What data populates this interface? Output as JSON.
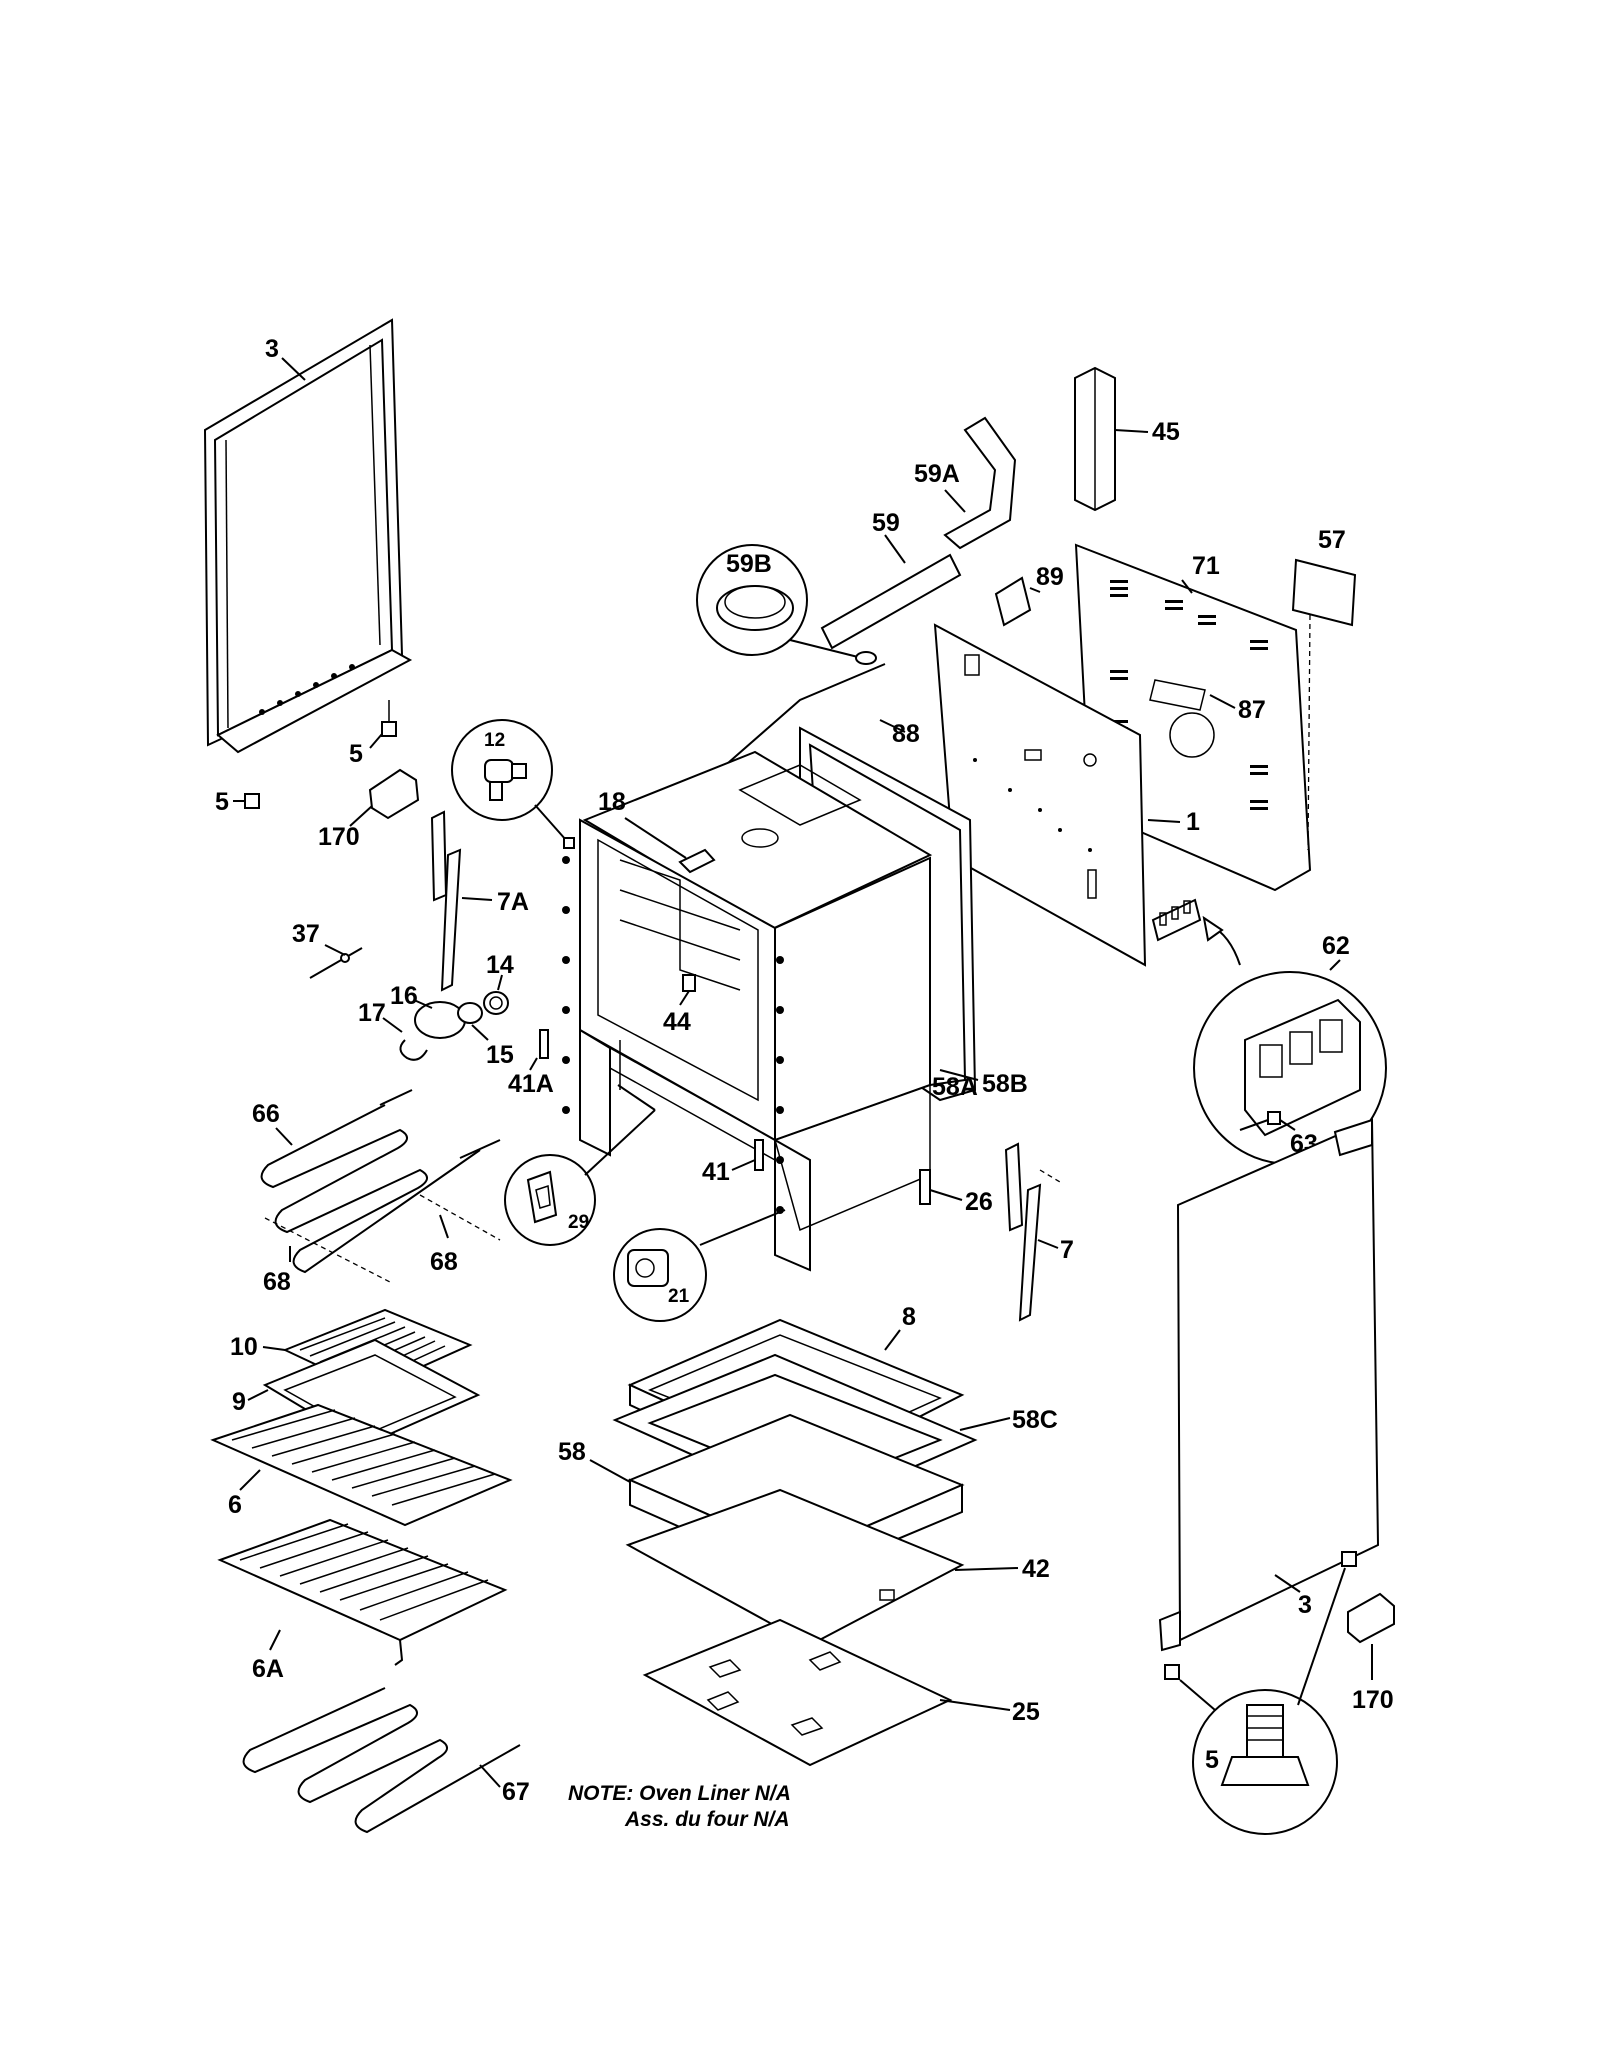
{
  "labels": {
    "p3_top": "3",
    "p45": "45",
    "p59a": "59A",
    "p59": "59",
    "p59b": "59B",
    "p89": "89",
    "p71": "71",
    "p57": "57",
    "p87": "87",
    "p88": "88",
    "p12": "12",
    "p5_a": "5",
    "p5_b": "5",
    "p170_left": "170",
    "p18": "18",
    "p7a": "7A",
    "p1": "1",
    "p62": "62",
    "p37": "37",
    "p14": "14",
    "p16": "16",
    "p17": "17",
    "p15": "15",
    "p44": "44",
    "p41a": "41A",
    "p58a": "58A",
    "p58b": "58B",
    "p63": "63",
    "p66": "66",
    "p41": "41",
    "p29": "29",
    "p26": "26",
    "p7": "7",
    "p68_a": "68",
    "p68_b": "68",
    "p21": "21",
    "p8": "8",
    "p10": "10",
    "p9": "9",
    "p58c": "58C",
    "p58": "58",
    "p6": "6",
    "p42": "42",
    "p3_right": "3",
    "p6a": "6A",
    "p25": "25",
    "p170_right": "170",
    "p5_circle": "5",
    "p67": "67"
  },
  "note": {
    "line1": "NOTE: Oven Liner N/A",
    "line2": "Ass. du four N/A"
  }
}
